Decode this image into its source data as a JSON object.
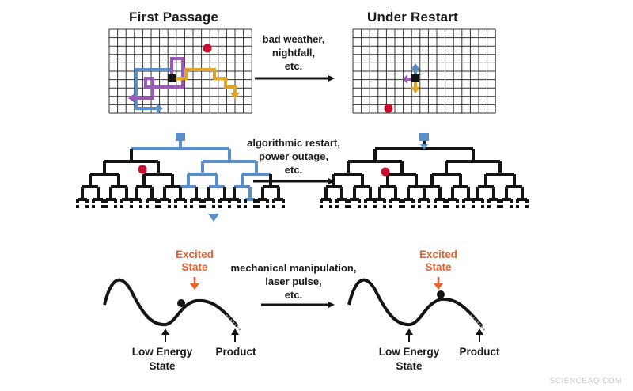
{
  "headings": {
    "left": "First Passage",
    "right": "Under Restart"
  },
  "captions": {
    "row1": [
      "bad weather,",
      "nightfall,",
      "etc."
    ],
    "row2": [
      "algorithmic restart,",
      "power outage,",
      "etc."
    ],
    "row3": [
      "mechanical manipulation,",
      "laser pulse,",
      "etc."
    ]
  },
  "energy": {
    "excited": [
      "Excited",
      "State"
    ],
    "low": [
      "Low Energy",
      "State"
    ],
    "product": "Product"
  },
  "watermark": "SCIENCEAQ.COM",
  "colors": {
    "blue": "#5b8fc9",
    "purple": "#9b59b6",
    "orange": "#e0a526",
    "red": "#c8102e",
    "accent": "#e8602c",
    "ink": "#141414"
  }
}
